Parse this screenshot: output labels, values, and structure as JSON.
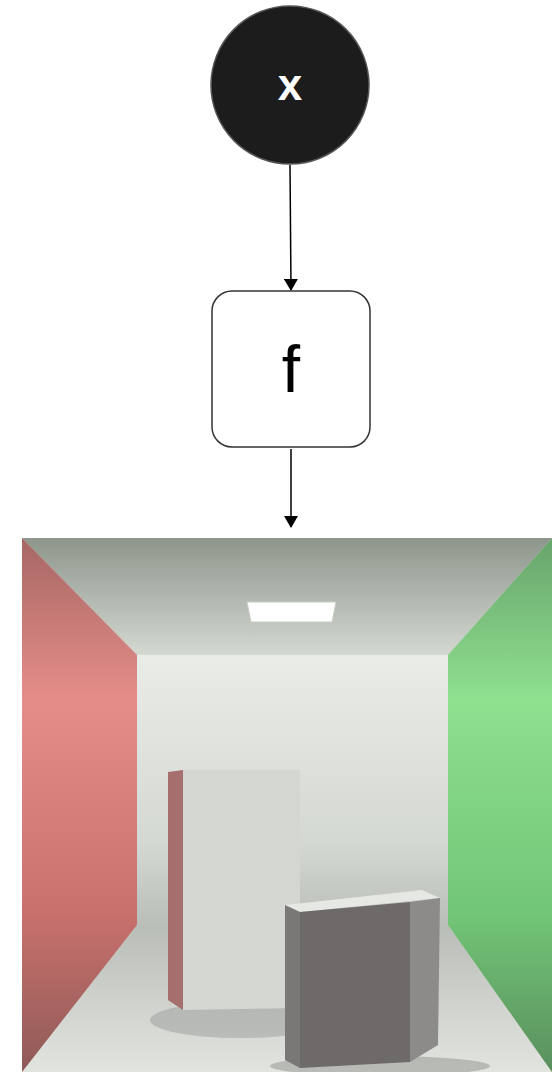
{
  "diagram": {
    "nodes": [
      {
        "text": [
          "x"
        ]
      },
      {
        "text": [
          "f"
        ]
      }
    ],
    "edges": [
      {
        "from": 0,
        "to": 1,
        "arrow": "to"
      }
    ]
  }
}
